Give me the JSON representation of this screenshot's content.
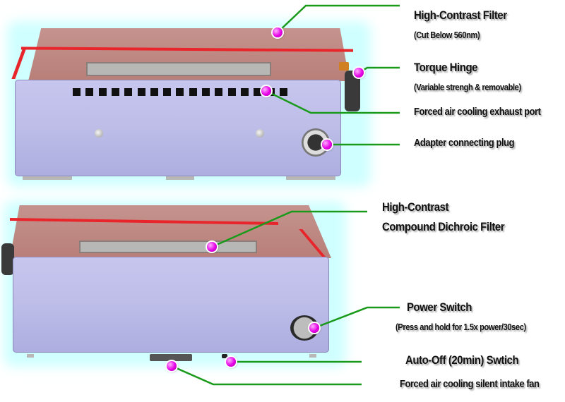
{
  "title": "Device callout diagram",
  "colors": {
    "leader_line": "#1a9a1a",
    "marker": "#e600e6",
    "housing": "#c0bfea",
    "filter_edge": "#e8252a",
    "glow": "#cfffff"
  },
  "top_view": {
    "callouts": [
      {
        "id": "high-contrast-filter",
        "title": "High-Contrast Filter",
        "subtitle": "(Cut Below 560nm)"
      },
      {
        "id": "torque-hinge",
        "title": "Torque Hinge",
        "subtitle": "(Variable strengh & removable)"
      },
      {
        "id": "exhaust-port",
        "title": "Forced air cooling exhaust port"
      },
      {
        "id": "adapter-plug",
        "title": "Adapter connecting plug"
      }
    ]
  },
  "bottom_view": {
    "callouts": [
      {
        "id": "dichroic-filter",
        "title_line1": "High-Contrast",
        "title_line2": "Compound Dichroic Filter"
      },
      {
        "id": "power-switch",
        "title": "Power Switch",
        "subtitle": "(Press and hold for 1.5x power/30sec)"
      },
      {
        "id": "auto-off-switch",
        "title": "Auto-Off (20min) Swtich"
      },
      {
        "id": "intake-fan",
        "title": "Forced air cooling silent intake fan"
      }
    ]
  }
}
